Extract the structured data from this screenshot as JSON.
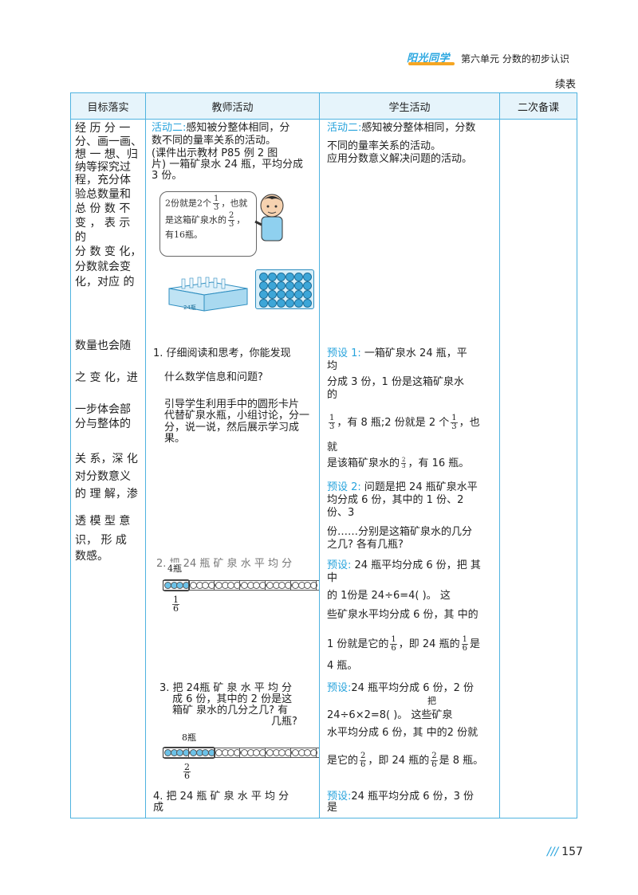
{
  "header": {
    "logo_text": "阳光同学",
    "unit_title": "第六单元 分数的初步认识",
    "continued": "续表"
  },
  "table": {
    "columns": [
      "目标落实",
      "教师活动",
      "学生活动",
      "二次备课"
    ]
  },
  "goal_column": [
    "经 历 分 一",
    "分、画一画、",
    "想 一 想、归",
    "纳等探究过",
    "程，充分体",
    "验总数量和",
    "总 份 数 不",
    "变 ， 表 示",
    "的",
    "分 数 变 化，",
    "分数就会变",
    "化，对应 的",
    "数量也会随",
    "之 变 化，进",
    "一步体会部",
    "分与整体的",
    "关 系，深 化",
    "对分数意义",
    "的 理 解，渗",
    "透 模 型 意",
    "识， 形 成",
    "数感。"
  ],
  "teacher": {
    "activity2_label": "活动二:",
    "activity2_text_a": "感知被分整体相同，分",
    "activity2_text_b": "数不同的量率关系的活动。",
    "courseware_a": "(课件出示教材 P85 例 2 图",
    "courseware_b": "片) 一箱矿泉水 24 瓶，平均分成",
    "courseware_c": "3 份。",
    "bubble_line1a": "2份就是2个",
    "bubble_line1b": "，也就",
    "bubble_line2": "是这箱矿泉水的",
    "bubble_line3": "有16瓶。",
    "box_label": "24瓶",
    "frac1": {
      "n": "1",
      "d": "3"
    },
    "frac2": {
      "n": "2",
      "d": "3"
    },
    "step1_a": "1. 仔细阅读和思考，你能发现",
    "step1_b": "什么数学信息和问题?",
    "guide_a": "引导学生利用手中的圆形卡片",
    "guide_b": "代替矿泉水瓶，小组讨论，分一",
    "guide_c": "分，说一说，然后展示学习成",
    "guide_d": "果。",
    "step2": "2. 把 24 瓶 矿 泉 水 平 均 分",
    "strip1_label": "4瓶",
    "strip1_frac": {
      "n": "1",
      "d": "6"
    },
    "step3_a": "3. 把  24瓶 矿 泉 水 平 均 分",
    "step3_b": "成 6 份，其中的 2 份是这",
    "step3_c": "箱矿 泉水的几分之几? 有",
    "step3_d": "几瓶?",
    "strip2_label": "8瓶",
    "strip2_frac": {
      "n": "2",
      "d": "6"
    },
    "step4_a": "4. 把  24 瓶 矿 泉 水 平 均 分",
    "step4_b": "成"
  },
  "student": {
    "activity2_label": "活动二:",
    "activity2_a": "感知被分整体相同，分数",
    "activity2_b": "不同的量率关系的活动。",
    "activity2_c": "应用分数意义解决问题的活动。",
    "p1_label": "预设 1:",
    "p1_a": " 一箱矿泉水 24 瓶，平",
    "p1_b": "均",
    "p1_c": "分成 3 份，1 份是这箱矿泉水",
    "p1_d": "的",
    "p1_e": "，有 8 瓶;2 份就是 2 个",
    "p1_f": "，也",
    "p1_g": "就",
    "p1_h": "是该箱矿泉水的",
    "p1_i": "，有 16 瓶。",
    "p2_label": "预设 2:",
    "p2_a": " 问题是把 24 瓶矿泉水平",
    "p2_b": "均分成 6 份，其中的 1 份、2",
    "p2_c": "份、3",
    "p2_d": "份……分别是这箱矿泉水的几分",
    "p2_e": "之几? 各有几瓶?",
    "p3_label": "预设:",
    "p3_a": " 24 瓶平均分成  6 份，把 其",
    "p3_b": "中",
    "p3_c": "的 1份是 24÷6=4(  )。  这",
    "p3_d": "些矿泉水平均分成 6 份，其  中的",
    "p3_e": "1 份就是它的",
    "p3_f": "，即 24",
    "p3_g": "瓶的",
    "p3_h": "是",
    "p3_i": "4 瓶。",
    "p4_label": "预设:",
    "p4_a": "24 瓶平均分成 6 份，2 份",
    "p4_b": "把",
    "p4_c": "24÷6×2=8(  )。  这些矿泉",
    "p4_d": "水平均分成 6 份，其  中的2 份就",
    "p4_e": "是它的",
    "p4_f": "，即 24",
    "p4_g": "瓶的",
    "p4_h": "是 8 瓶。",
    "p5_label": "预设:",
    "p5_a": "24 瓶平均分成 6 份，3 份",
    "p5_b": "是",
    "fr13": {
      "n": "1",
      "d": "3"
    },
    "fr23": {
      "n": "2",
      "d": "3"
    },
    "fr16": {
      "n": "1",
      "d": "6"
    },
    "fr26": {
      "n": "2",
      "d": "6"
    }
  },
  "footer": {
    "page_number": "157"
  }
}
